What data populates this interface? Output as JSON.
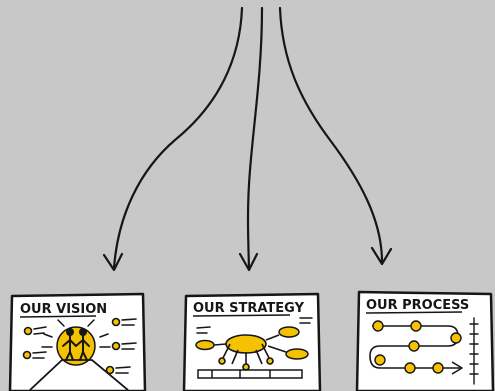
{
  "cards": [
    {
      "title": "OUR VISION"
    },
    {
      "title": "OUR STRATEGY"
    },
    {
      "title": "OUR PROCESS"
    }
  ],
  "colors": {
    "background": "#c8c8c8",
    "ink": "#161616",
    "accent": "#f4c200",
    "paper": "#ffffff"
  }
}
